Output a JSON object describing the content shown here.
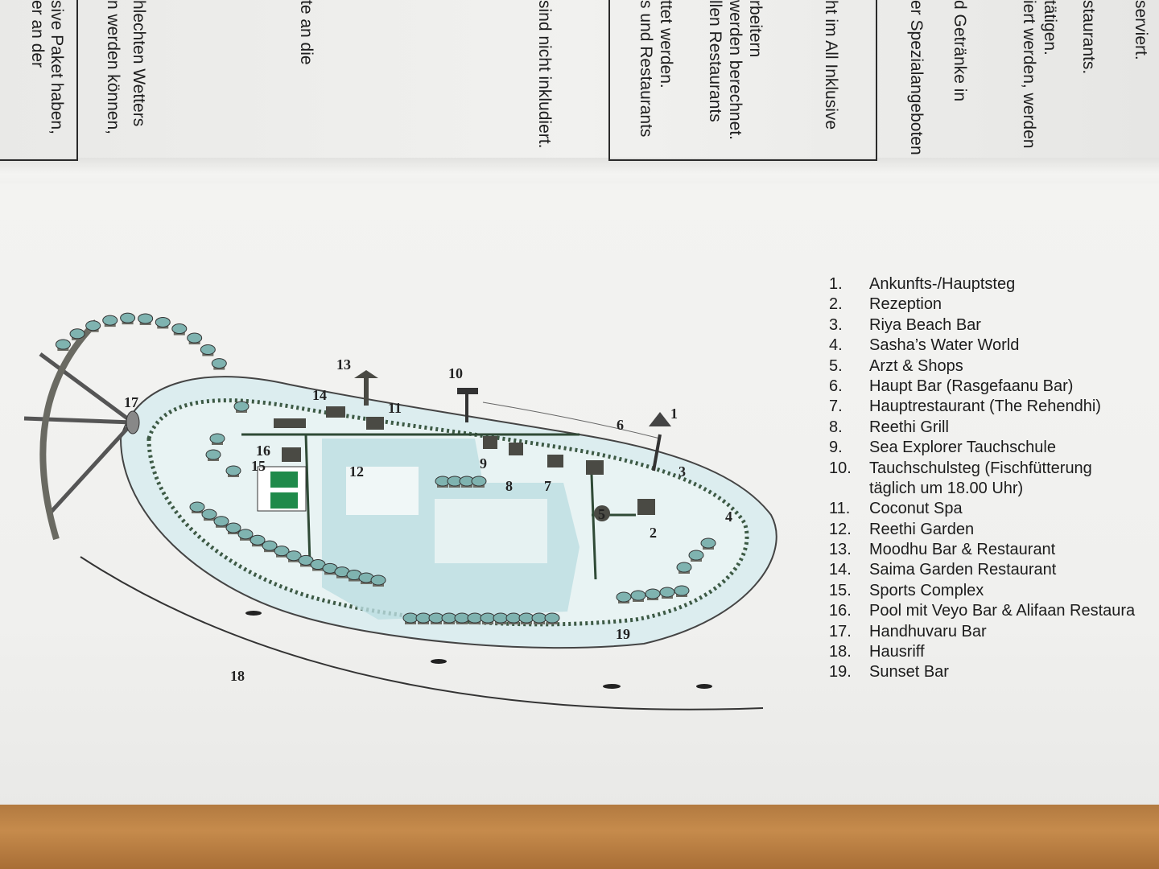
{
  "top_text": {
    "lines": [
      "er an der",
      "sive Paket haben,",
      "n werden können,",
      "hlechten Wetters",
      "te an die",
      "sind nicht inkludiert.",
      "s und Restaurants",
      "ttet werden.",
      "llen Restaurants",
      "werden berechnet.",
      "rbeitern",
      "ht im All Inklusive",
      "er Spezialangeboten",
      "d Getränke in",
      "iert werden, werden",
      "tätigen.",
      "staurants.",
      "serviert."
    ]
  },
  "map": {
    "labels": [
      "1",
      "2",
      "3",
      "4",
      "5",
      "6",
      "7",
      "8",
      "9",
      "10",
      "11",
      "12",
      "13",
      "14",
      "15",
      "16",
      "17",
      "18",
      "19"
    ],
    "colors": {
      "water": "#d9ecef",
      "lagoon": "#a9d3d8",
      "huts": "#6e6e66",
      "roofs": "#7fb3b0",
      "vegetation": "#2f4a36",
      "courts": "#1f8a4a"
    }
  },
  "legend": {
    "items": [
      {
        "num": "1.",
        "label": "Ankunfts-/Hauptsteg"
      },
      {
        "num": "2.",
        "label": "Rezeption"
      },
      {
        "num": "3.",
        "label": "Riya Beach Bar"
      },
      {
        "num": "4.",
        "label": "Sasha’s Water World"
      },
      {
        "num": "5.",
        "label": "Arzt & Shops"
      },
      {
        "num": "6.",
        "label": "Haupt Bar (Rasgefaanu Bar)"
      },
      {
        "num": "7.",
        "label": "Hauptrestaurant (The Rehendhi)"
      },
      {
        "num": "8.",
        "label": "Reethi Grill"
      },
      {
        "num": "9.",
        "label": "Sea Explorer Tauchschule"
      },
      {
        "num": "10.",
        "label": "Tauchschulsteg (Fischfütterung"
      },
      {
        "num": "",
        "label": "täglich um 18.00 Uhr)"
      },
      {
        "num": "11.",
        "label": "Coconut Spa"
      },
      {
        "num": "12.",
        "label": "Reethi Garden"
      },
      {
        "num": "13.",
        "label": "Moodhu Bar & Restaurant"
      },
      {
        "num": "14.",
        "label": "Saima Garden Restaurant"
      },
      {
        "num": "15.",
        "label": "Sports Complex"
      },
      {
        "num": "16.",
        "label": "Pool mit Veyo Bar & Alifaan Restaura"
      },
      {
        "num": "17.",
        "label": "Handhuvaru Bar"
      },
      {
        "num": "18.",
        "label": "Hausriff"
      },
      {
        "num": "19.",
        "label": "Sunset Bar"
      }
    ]
  }
}
